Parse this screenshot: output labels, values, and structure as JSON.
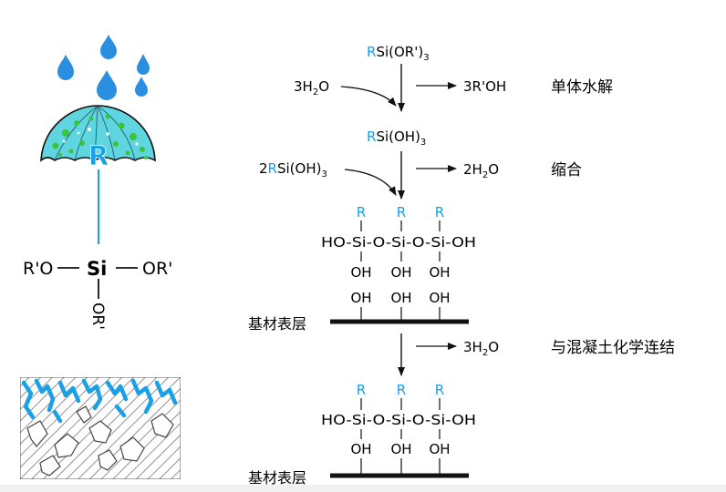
{
  "colors": {
    "accent": "#1aa0e6",
    "drop": "#2a8fe0",
    "umbrella_canopy": "#5fd6df",
    "umbrella_dots": "#3bc43b",
    "text": "#111111"
  },
  "left": {
    "umbrella_letter": "R",
    "silane": {
      "left": "R'O",
      "center": "Si",
      "right": "OR'",
      "bottom": "OR'"
    }
  },
  "reaction": {
    "start": {
      "accent": "R",
      "rest": "Si(OR')",
      "sub": "3"
    },
    "step1": {
      "reactant": {
        "pre": "3H",
        "sub": "2",
        "post": "O"
      },
      "product": "3R'OH",
      "label": "单体水解"
    },
    "intermediate": {
      "accent": "R",
      "rest": "Si(OH)",
      "sub": "3"
    },
    "step2": {
      "reactant": {
        "pre": "2",
        "accent": "R",
        "rest": "Si(OH)",
        "sub": "3"
      },
      "product": {
        "pre": "2H",
        "sub": "2",
        "post": "O"
      },
      "label": "缩合"
    },
    "oligomer": {
      "r": "R",
      "chain": "HO-Si-O-Si-O-Si-OH",
      "oh": "OH"
    },
    "substrate": {
      "oh": "OH",
      "label": "基材表层"
    },
    "step3": {
      "product": {
        "pre": "3H",
        "sub": "2",
        "post": "O"
      },
      "label": "与混凝土化学连结"
    },
    "bonded": {
      "r": "R",
      "chain": "HO-Si-O-Si-O-Si-OH",
      "oh": "OH",
      "label": "基材表层"
    }
  }
}
